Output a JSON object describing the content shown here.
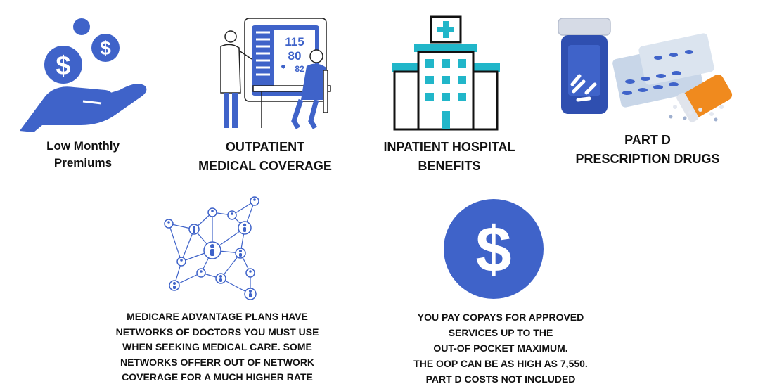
{
  "colors": {
    "primary_blue": "#3f63c9",
    "teal": "#21b6c9",
    "dark": "#111111",
    "orange": "#f08a1e",
    "white": "#ffffff"
  },
  "tiles": {
    "premiums": {
      "icon": "hand-with-dollar-coins-icon",
      "caption_lines": [
        "Low Monthly",
        "Premiums"
      ]
    },
    "outpatient": {
      "icon": "doctor-patient-monitor-icon",
      "monitor": {
        "systolic": "115",
        "diastolic": "80",
        "pulse": "82"
      },
      "caption_lines": [
        "OUTPATIENT",
        "MEDICAL COVERAGE"
      ]
    },
    "inpatient": {
      "icon": "hospital-building-icon",
      "caption_lines": [
        "INPATIENT HOSPITAL",
        "BENEFITS"
      ]
    },
    "part_d": {
      "icon": "pill-bottles-icon",
      "caption_lines": [
        "PART D",
        "PRESCRIPTION DRUGS"
      ]
    },
    "network": {
      "icon": "doctor-network-icon",
      "caption_lines": [
        "MEDICARE ADVANTAGE PLANS HAVE",
        "NETWORKS OF DOCTORS YOU MUST USE",
        "WHEN SEEKING MEDICAL CARE. SOME",
        "NETWORKS OFFERR OUT OF NETWORK",
        "COVERAGE FOR A MUCH HIGHER RATE"
      ]
    },
    "copays": {
      "icon": "dollar-circle-icon",
      "caption_lines": [
        "YOU PAY COPAYS FOR APPROVED",
        "SERVICES UP TO THE",
        "OUT-OF POCKET MAXIMUM.",
        "THE OOP CAN BE AS HIGH AS 7,550.",
        "PART D COSTS NOT INCLUDED"
      ]
    }
  }
}
